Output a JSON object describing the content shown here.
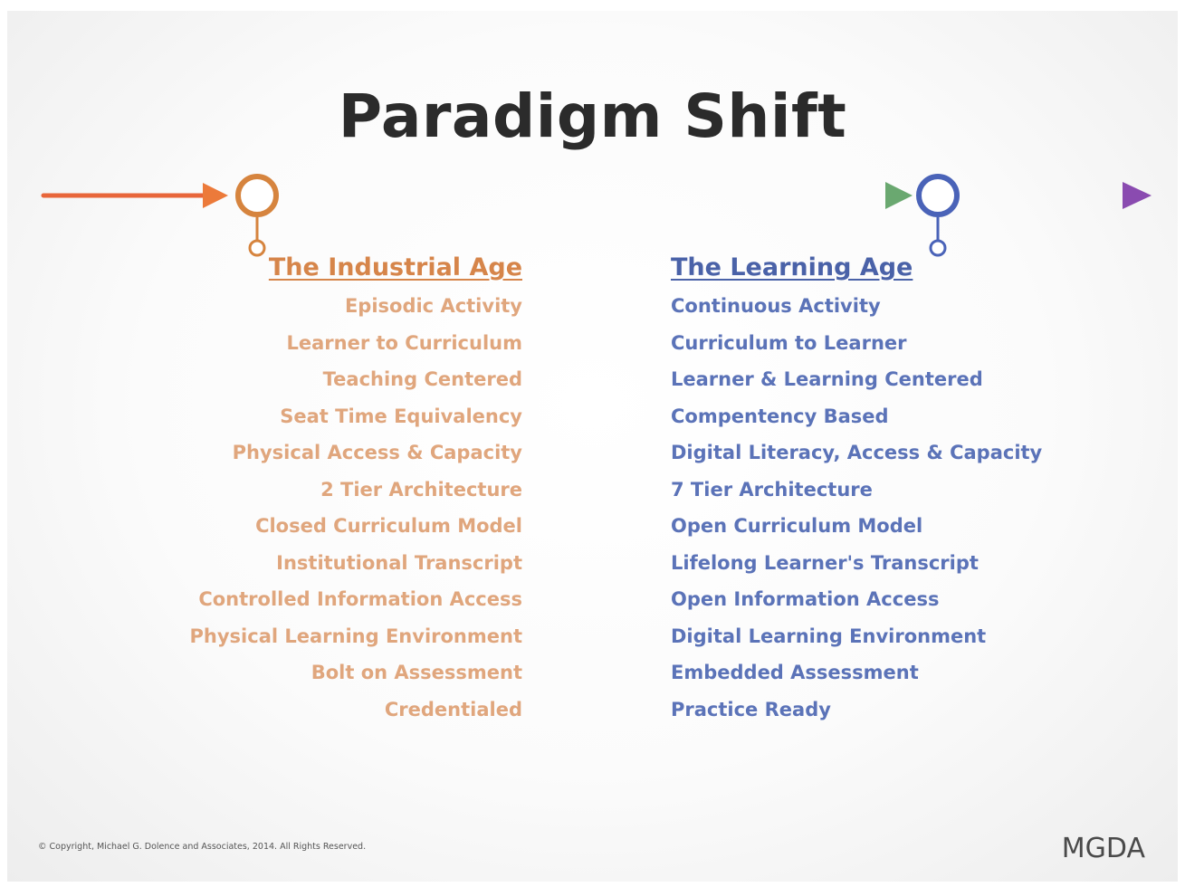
{
  "title": "Paradigm Shift",
  "industrial": {
    "heading": "The Industrial Age",
    "items": [
      "Episodic Activity",
      "Learner to Curriculum",
      "Teaching Centered",
      "Seat Time Equivalency",
      "Physical Access & Capacity",
      "2 Tier Architecture",
      "Closed Curriculum Model",
      "Institutional Transcript",
      "Controlled Information Access",
      "Physical Learning Environment",
      "Bolt on Assessment",
      "Credentialed"
    ]
  },
  "learning": {
    "heading": "The Learning Age",
    "items": [
      "Continuous Activity",
      "Curriculum to Learner",
      "Learner & Learning Centered",
      "Compentency Based",
      "Digital Literacy, Access & Capacity",
      "7 Tier Architecture",
      "Open Curriculum Model",
      "Lifelong Learner's Transcript",
      "Open Information Access",
      "Digital Learning Environment",
      "Embedded Assessment",
      "Practice Ready"
    ]
  },
  "footer": {
    "copyright": "© Copyright, Michael G. Dolence and Associates, 2014. All Rights Reserved.",
    "logo": "MGDA"
  },
  "colors": {
    "industrial": "#e0a67d",
    "learning": "#5b73b8",
    "arrow_start": "#e8583a",
    "arrow_mid": "#c9d64a",
    "arrow_green": "#6aa870",
    "arrow_end": "#8a4bb0"
  }
}
